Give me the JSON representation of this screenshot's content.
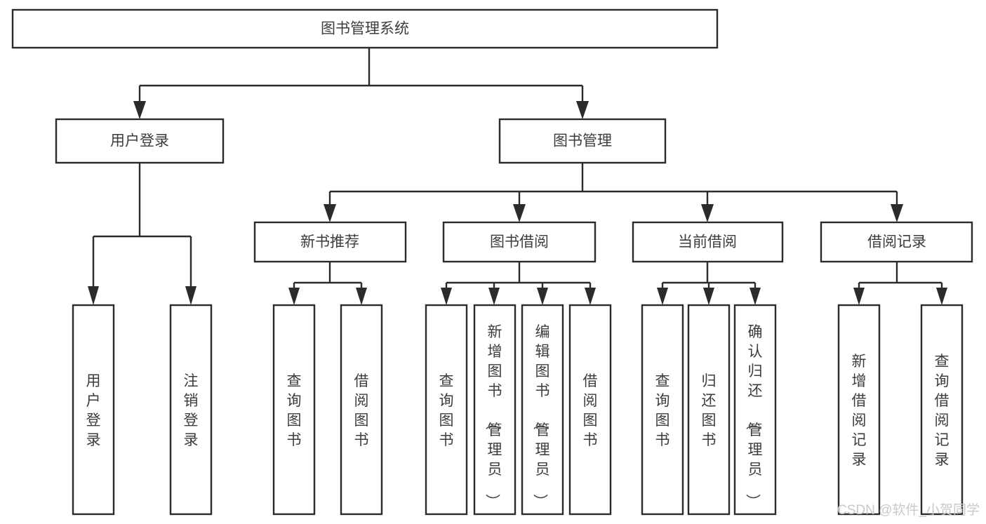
{
  "diagram": {
    "type": "tree",
    "title": "图书管理系统",
    "orientation": "top-down",
    "levels": 4,
    "colors": {
      "box_stroke": "#2b2b2b",
      "box_fill": "#ffffff",
      "text": "#3c3c3c",
      "connector": "#2b2b2b",
      "background": "#ffffff",
      "watermark": "#c9c9c9"
    },
    "root": {
      "label": "图书管理系统"
    },
    "level2": [
      {
        "label": "用户登录"
      },
      {
        "label": "图书管理"
      }
    ],
    "level3": [
      {
        "label": "新书推荐"
      },
      {
        "label": "图书借阅"
      },
      {
        "label": "当前借阅"
      },
      {
        "label": "借阅记录"
      }
    ],
    "leaves": {
      "user_login": [
        {
          "label": "用户登录"
        },
        {
          "label": "注销登录"
        }
      ],
      "new_book_recommend": [
        {
          "label": "查询图书"
        },
        {
          "label": "借阅图书"
        }
      ],
      "book_borrow": [
        {
          "label": "查询图书"
        },
        {
          "label": "新增图书（管理员）"
        },
        {
          "label": "编辑图书（管理员）"
        },
        {
          "label": "借阅图书"
        }
      ],
      "current_borrow": [
        {
          "label": "查询图书"
        },
        {
          "label": "归还图书"
        },
        {
          "label": "确认归还（管理员）"
        }
      ],
      "borrow_record": [
        {
          "label": "新增借阅记录"
        },
        {
          "label": "查询借阅记录"
        }
      ]
    }
  },
  "watermark": {
    "text": "CSDN @软件_小贺同学"
  }
}
